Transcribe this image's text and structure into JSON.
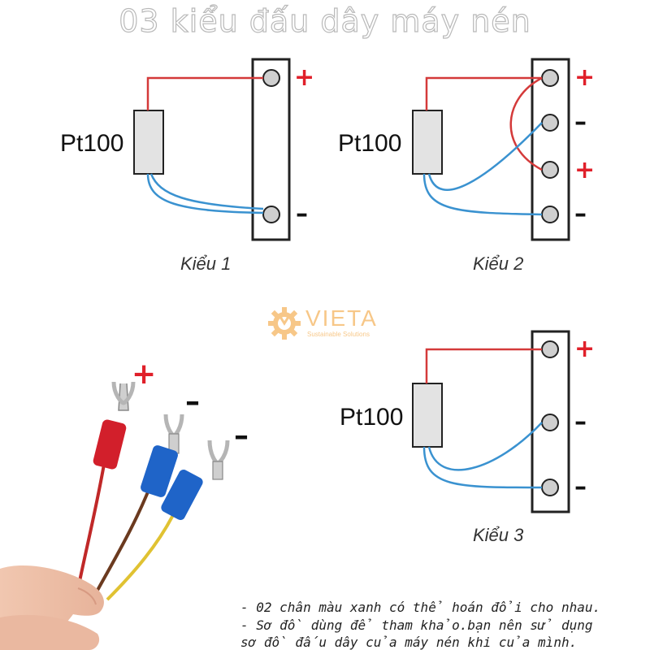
{
  "title": "03 kiểu đấu dây máy nén",
  "sensor_label": "Pt100",
  "diagrams": [
    {
      "caption": "Kiểu 1",
      "signs": [
        "+",
        "–"
      ]
    },
    {
      "caption": "Kiểu 2",
      "signs": [
        "+",
        "–",
        "+",
        "–"
      ]
    },
    {
      "caption": "Kiểu 3",
      "signs": [
        "+",
        "–",
        "–"
      ]
    }
  ],
  "photo_signs": [
    "+",
    "–",
    "–"
  ],
  "logo": {
    "name": "VIETA",
    "tagline": "Sustainable Solutions"
  },
  "notes": [
    "- 02 chân màu xanh có thể hoán đổi cho nhau.",
    "- Sơ đồ dùng để tham khảo.bạn nên sử dụng",
    "sơ đồ đấu dây của máy nén khi của mình."
  ],
  "colors": {
    "red_wire": "#d43a3a",
    "blue_wire": "#3a92d0",
    "plus": "#e0202a",
    "accent": "#f2a33a"
  }
}
